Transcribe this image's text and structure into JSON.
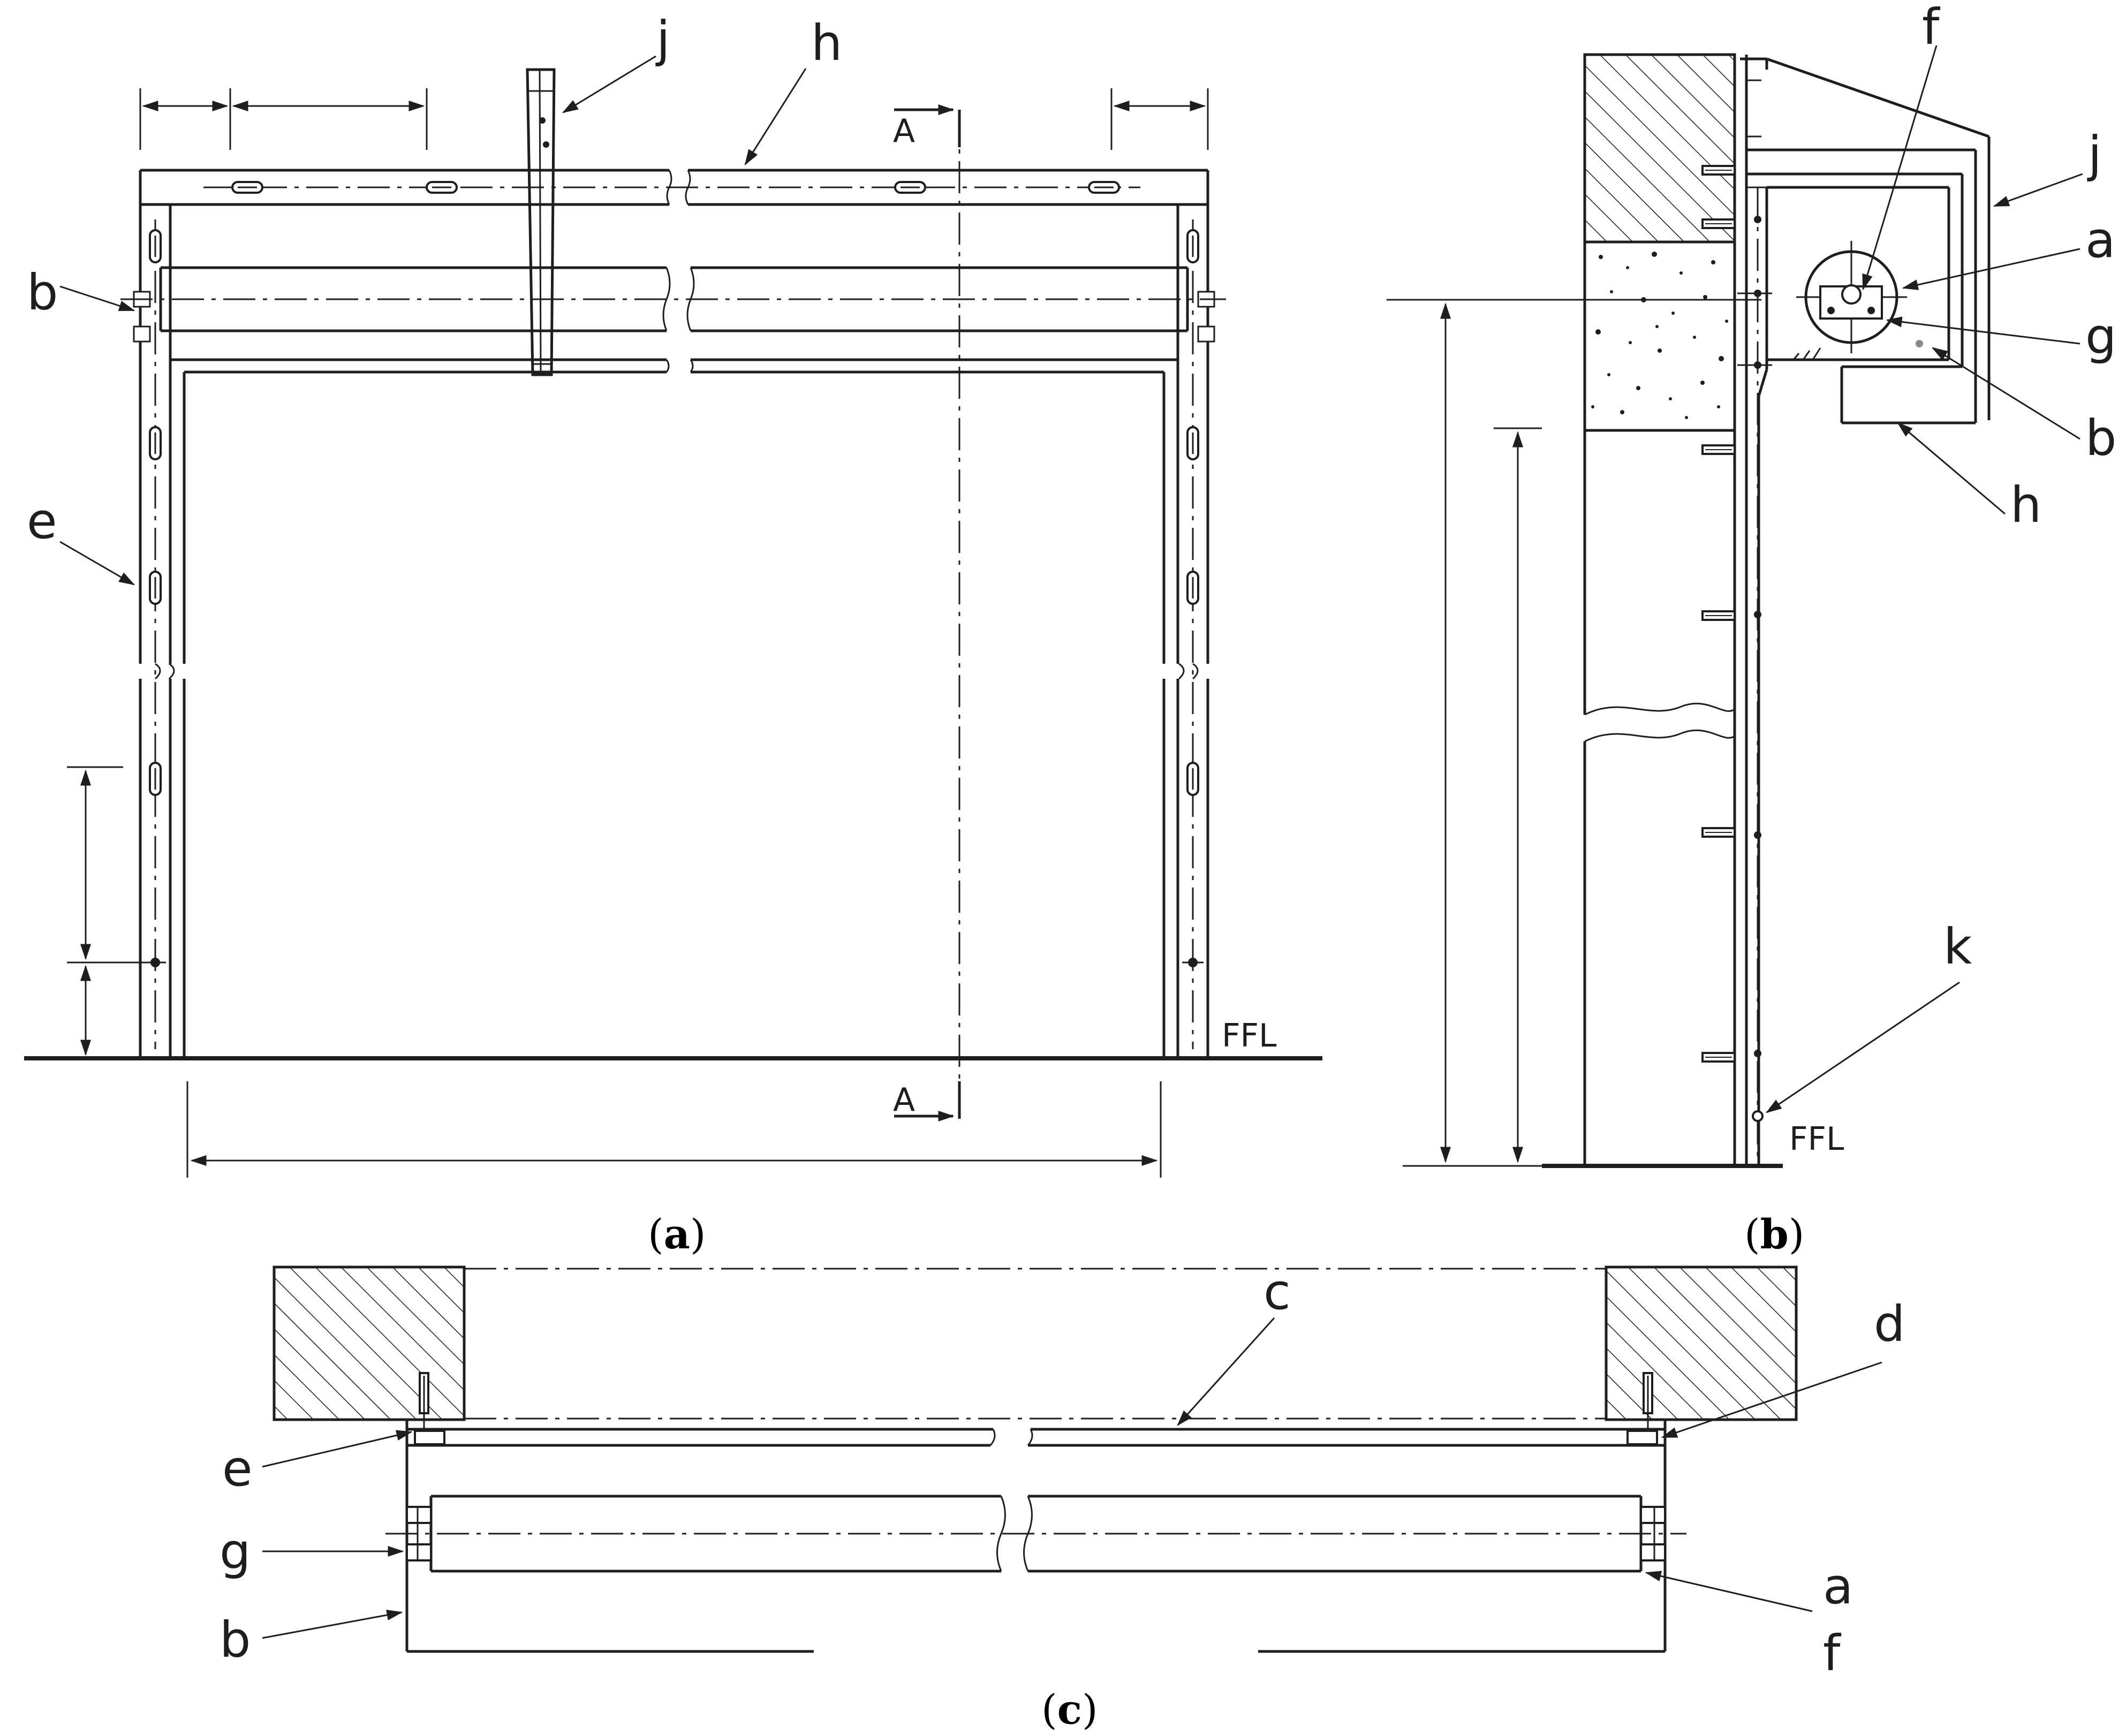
{
  "captions": {
    "a": "a",
    "b": "b",
    "c": "c"
  },
  "labels": {
    "a": "a",
    "b": "b",
    "c": "c",
    "d": "d",
    "e": "e",
    "f": "f",
    "g": "g",
    "h": "h",
    "j": "j",
    "k": "k"
  },
  "section_marker": "A",
  "floor_label": "FFL",
  "colors": {
    "line": "#1e1e1e",
    "background": "#ffffff"
  }
}
